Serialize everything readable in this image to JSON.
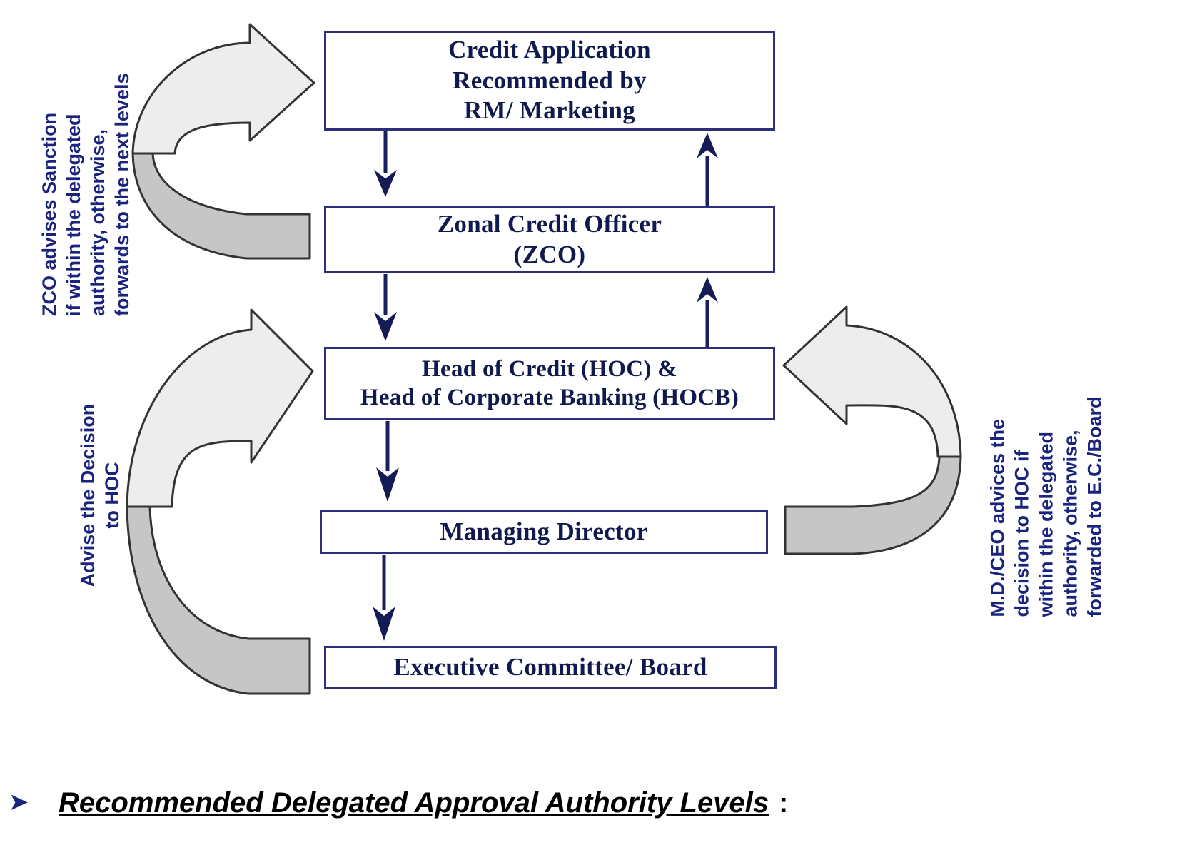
{
  "diagram": {
    "title_caption": "Recommended Delegated Approval Authority Levels",
    "caption_colon": ":",
    "bullet_icon": "right-arrow-bullet-icon",
    "colors": {
      "box_border": "#2d2f7a",
      "box_text": "#111a4f",
      "caption_text": "#1a237e",
      "arrow_stroke": "#1a1f5e",
      "curved_arrow_light": "#ededed",
      "curved_arrow_dark": "#c6c6c6",
      "curved_arrow_outline": "#333333",
      "background": "#ffffff"
    },
    "boxes": [
      {
        "id": "credit-application",
        "lines": [
          "Credit Application",
          "Recommended by",
          "RM/ Marketing"
        ]
      },
      {
        "id": "zonal-credit-officer",
        "lines": [
          "Zonal Credit Officer",
          "(ZCO)"
        ]
      },
      {
        "id": "head-of-credit",
        "lines": [
          "Head of Credit (HOC) &",
          "Head of Corporate Banking (HOCB)"
        ]
      },
      {
        "id": "managing-director",
        "lines": [
          "Managing Director"
        ]
      },
      {
        "id": "executive-committee",
        "lines": [
          "Executive Committee/ Board"
        ]
      }
    ],
    "side_captions": {
      "left_top": "ZCO advises Sanction\nif within the delegated\nauthority,  otherwise,\nforwards to  the next levels",
      "left_bottom": "Advise the Decision\nto HOC",
      "right": "M.D./CEO advices the\ndecision to HOC if\nwithin the delegated\nauthority, otherwise,\nforwarded to E.C./Board"
    },
    "flow_connectors": [
      {
        "id": "credit-app-to-zco",
        "direction": "down"
      },
      {
        "id": "zco-to-hoc",
        "direction": "down"
      },
      {
        "id": "hoc-to-md",
        "direction": "down"
      },
      {
        "id": "md-to-ec",
        "direction": "down"
      },
      {
        "id": "zco-up-to-credit-app",
        "direction": "up"
      },
      {
        "id": "hoc-up-to-zco",
        "direction": "up"
      }
    ]
  }
}
